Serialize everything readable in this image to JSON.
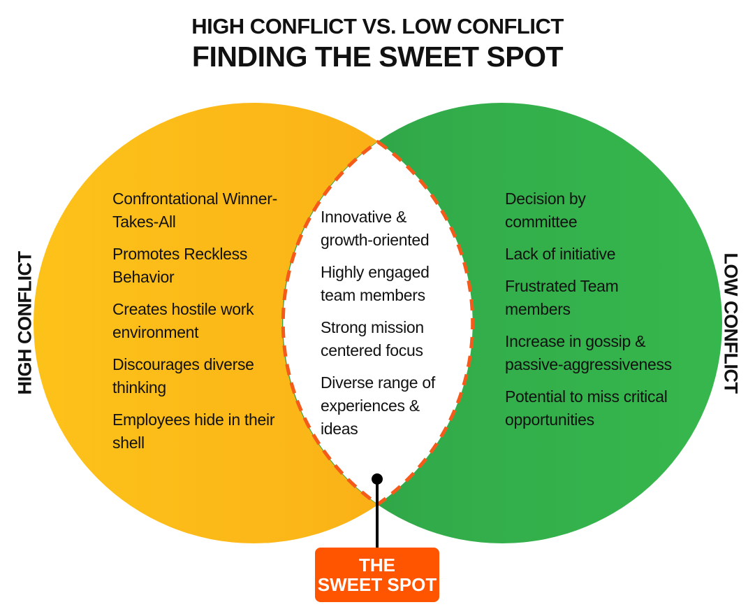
{
  "title": {
    "line1": "HIGH CONFLICT VS. LOW CONFLICT",
    "line2": "FINDING THE SWEET SPOT"
  },
  "left": {
    "label": "HIGH CONFLICT",
    "items": [
      "Confrontational Winner-Takes-All",
      "Promotes Reckless Behavior",
      "Creates hostile work environment",
      "Discourages diverse thinking",
      "Employees hide in their shell"
    ]
  },
  "center": {
    "items": [
      "Innovative & growth-oriented",
      "Highly engaged team members",
      "Strong mission centered focus",
      "Diverse range of experiences & ideas"
    ]
  },
  "right": {
    "label": "LOW CONFLICT",
    "items": [
      "Decision by committee",
      "Lack of initiative",
      "Frustrated Team members",
      "Increase in gossip & passive-aggressiveness",
      "Potential to miss critical opportunities"
    ]
  },
  "callout": {
    "line1": "THE",
    "line2": "SWEET SPOT"
  },
  "colors": {
    "high": "#FBBF17",
    "low": "#34B24A",
    "sweet": "#FF5500"
  }
}
